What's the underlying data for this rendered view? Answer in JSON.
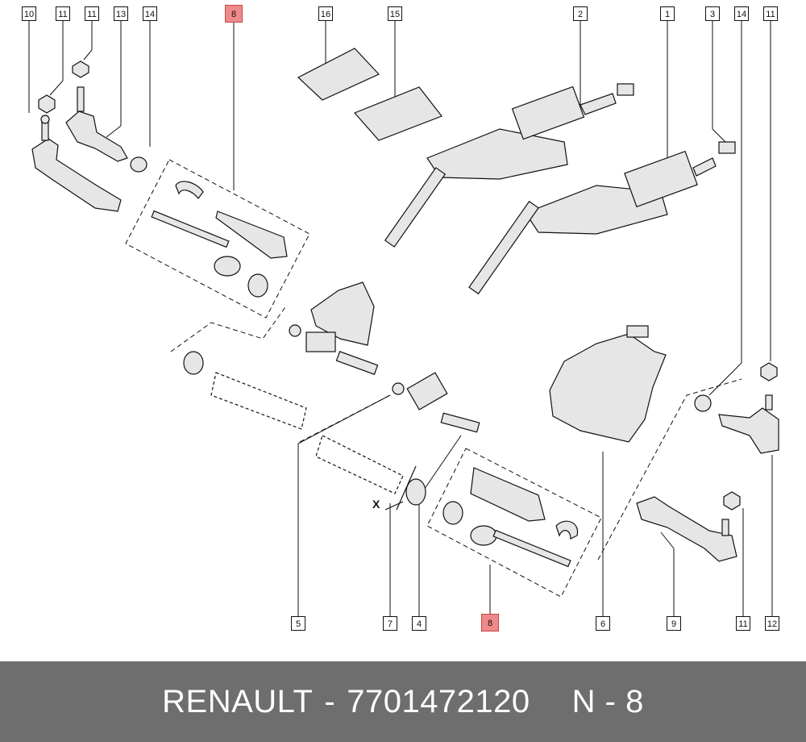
{
  "colors": {
    "footer_bg": "#6e6e6e",
    "footer_text": "#ffffff",
    "highlight": "#f08a8a",
    "line": "#111111",
    "part_fill": "#e6e6e6"
  },
  "callouts_top": [
    "10",
    "11",
    "11",
    "13",
    "14",
    "8",
    "16",
    "15",
    "2",
    "1",
    "3",
    "14",
    "11"
  ],
  "callouts_bottom": [
    "5",
    "7",
    "4",
    "8",
    "6",
    "9",
    "11",
    "12"
  ],
  "highlighted_part": "8",
  "marker_label": "X",
  "footer": {
    "brand": "RENAULT",
    "separator": "-",
    "part_number": "7701472120",
    "ref_label": "N - 8"
  }
}
